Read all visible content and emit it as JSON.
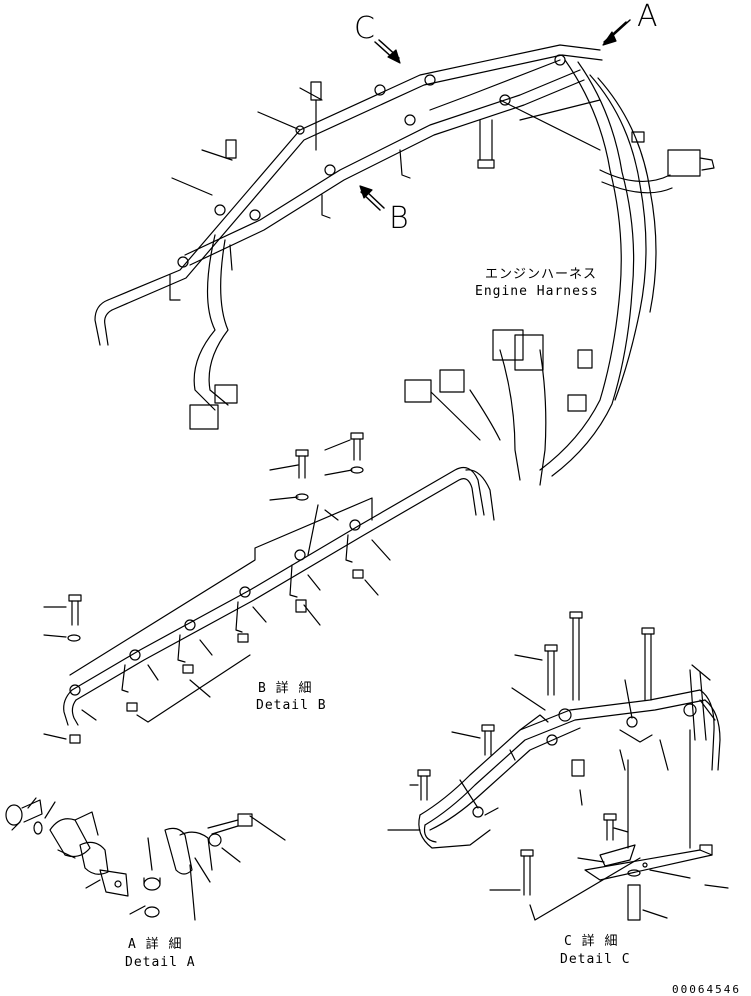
{
  "view_arrows": {
    "a": "A",
    "b": "B",
    "c": "C"
  },
  "harness_label": {
    "jp": "エンジンハーネス",
    "en": "Engine Harness"
  },
  "detail_b": {
    "jp": "B 詳 細",
    "en": "Detail B"
  },
  "detail_a": {
    "jp": "A 詳 細",
    "en": "Detail A"
  },
  "detail_c": {
    "jp": "C 詳 細",
    "en": "Detail C"
  },
  "drawing_number": "00064546",
  "colors": {
    "line": "#000000",
    "background": "#ffffff"
  }
}
